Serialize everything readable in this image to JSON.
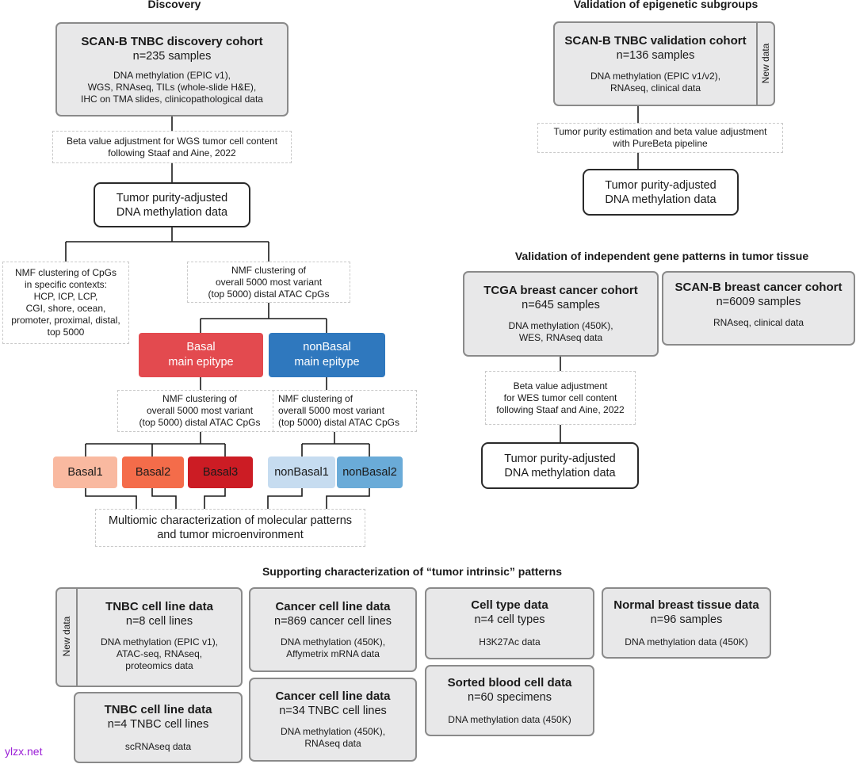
{
  "headers": {
    "discovery": "Discovery",
    "validation_epigenetic": "Validation of epigenetic subgroups",
    "validation_independent": "Validation of independent gene patterns in tumor tissue",
    "supporting": "Supporting characterization of “tumor intrinsic” patterns"
  },
  "discovery_cohort": {
    "title": "SCAN-B TNBC discovery cohort",
    "n": "n=235 samples",
    "desc1": "DNA methylation (EPIC v1),",
    "desc2": "WGS, RNAseq, TILs (whole-slide H&E),",
    "desc3": "IHC on TMA slides, clinicopathological data"
  },
  "beta_adj_wgs": {
    "l1": "Beta value adjustment for WGS tumor cell content",
    "l2": "following Staaf and Aine, 2022"
  },
  "purity_disc": {
    "l1": "Tumor purity-adjusted",
    "l2": "DNA methylation data"
  },
  "nmf_contexts": {
    "lines": [
      "NMF clustering of CpGs",
      "in specific contexts:",
      "HCP, ICP, LCP,",
      "CGI, shore, ocean,",
      "promoter, proximal, distal,",
      "top 5000"
    ]
  },
  "nmf_main": {
    "lines": [
      "NMF clustering of",
      "overall 5000 most variant",
      "(top 5000) distal ATAC CpGs"
    ]
  },
  "basal_main": {
    "l1": "Basal",
    "l2": "main epitype",
    "color": "#e34a4f"
  },
  "nonbasal_main": {
    "l1": "nonBasal",
    "l2": "main epitype",
    "color": "#2f78be"
  },
  "nmf_basal": {
    "lines": [
      "NMF clustering of",
      "overall 5000 most variant",
      "(top 5000) distal ATAC CpGs"
    ]
  },
  "nmf_nonbasal": {
    "lines": [
      "NMF clustering of",
      "overall 5000 most variant",
      "(top 5000) distal ATAC CpGs"
    ]
  },
  "subgroups": {
    "basal1": {
      "label": "Basal1",
      "color": "#f9b9a0"
    },
    "basal2": {
      "label": "Basal2",
      "color": "#f46c4a"
    },
    "basal3": {
      "label": "Basal3",
      "color": "#cc1c24"
    },
    "nonbasal1": {
      "label": "nonBasal1",
      "color": "#c6dcf0"
    },
    "nonbasal2": {
      "label": "nonBasal2",
      "color": "#6aabd8"
    }
  },
  "multiomic": {
    "l1": "Multiomic characterization of molecular patterns",
    "l2": "and tumor microenvironment"
  },
  "validation_cohort": {
    "title": "SCAN-B TNBC validation cohort",
    "n": "n=136 samples",
    "desc1": "DNA methylation (EPIC v1/v2),",
    "desc2": "RNAseq, clinical data",
    "tag": "New data"
  },
  "purebeta": {
    "l1": "Tumor purity estimation and beta value adjustment",
    "l2": "with PureBeta pipeline"
  },
  "purity_val": {
    "l1": "Tumor purity-adjusted",
    "l2": "DNA methylation data"
  },
  "tcga": {
    "title": "TCGA breast cancer cohort",
    "n": "n=645 samples",
    "desc1": "DNA methylation (450K),",
    "desc2": "WES, RNAseq data"
  },
  "scanb_bc": {
    "title": "SCAN-B breast cancer cohort",
    "n": "n=6009 samples",
    "desc1": "RNAseq, clinical data"
  },
  "beta_adj_wes": {
    "l1": "Beta value adjustment",
    "l2": "for WES tumor cell content",
    "l3": "following Staaf and Aine, 2022"
  },
  "purity_tcga": {
    "l1": "Tumor purity-adjusted",
    "l2": "DNA methylation data"
  },
  "tnbc_cl1": {
    "title": "TNBC cell line data",
    "n": "n=8 cell lines",
    "desc1": "DNA methylation (EPIC v1),",
    "desc2": "ATAC-seq, RNAseq,",
    "desc3": "proteomics data",
    "tag": "New data"
  },
  "tnbc_cl2": {
    "title": "TNBC cell line data",
    "n": "n=4 TNBC cell lines",
    "desc1": "scRNAseq data"
  },
  "ccl1": {
    "title": "Cancer cell line data",
    "n": "n=869 cancer cell lines",
    "desc1": "DNA methylation (450K),",
    "desc2": "Affymetrix mRNA data"
  },
  "ccl2": {
    "title": "Cancer cell line data",
    "n": "n=34 TNBC cell lines",
    "desc1": "DNA methylation (450K),",
    "desc2": "RNAseq data"
  },
  "celltype": {
    "title": "Cell type data",
    "n": "n=4 cell types",
    "desc1": "H3K27Ac data"
  },
  "sorted": {
    "title": "Sorted blood cell data",
    "n": "n=60 specimens",
    "desc1": "DNA methylation data (450K)"
  },
  "normal": {
    "title": "Normal breast tissue data",
    "n": "n=96 samples",
    "desc1": "DNA methylation data (450K)"
  },
  "watermark": {
    "text": "ylzx.net",
    "color": "#9b1fd6"
  }
}
